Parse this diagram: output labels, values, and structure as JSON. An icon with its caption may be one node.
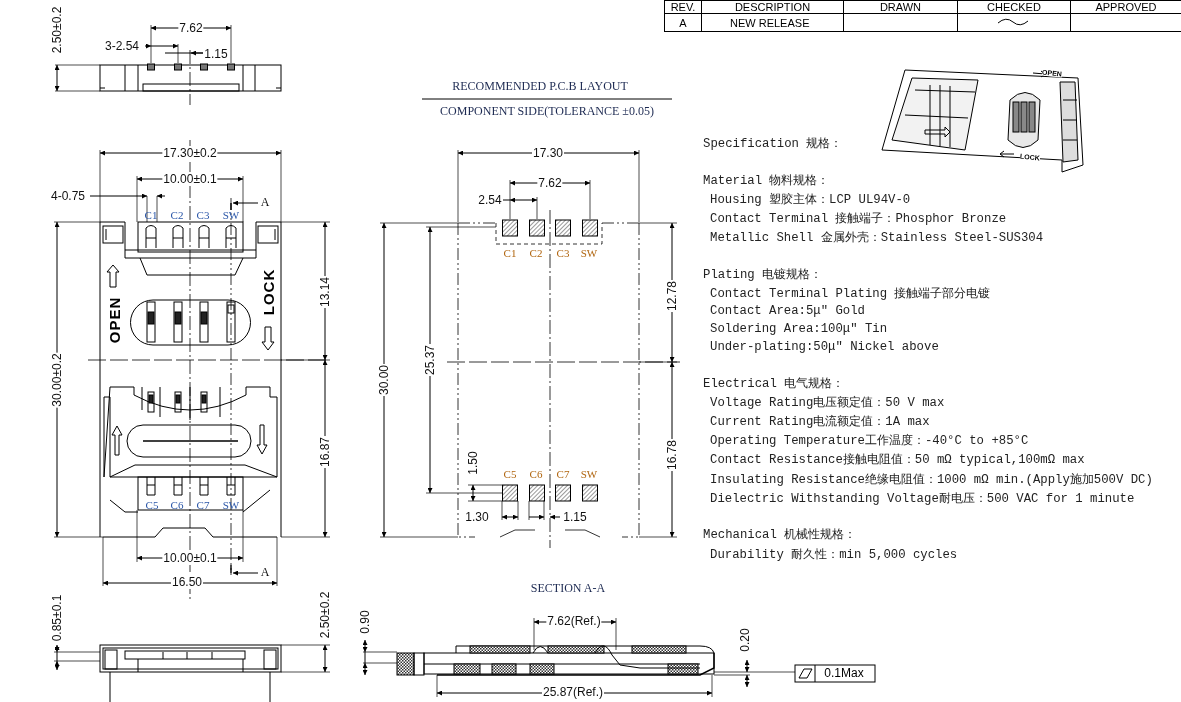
{
  "diagram": {
    "labels": [
      "REV.",
      "DESCRIPTION",
      "DRAWN",
      "CHECKED",
      "APPROVED",
      "A",
      "NEW RELEASE",
      "2.50±0.2",
      "7.62",
      "3-2.54",
      "1.15",
      "17.30±0.2",
      "10.00±0.1",
      "4-0.75",
      "A",
      "C1",
      "C2",
      "C3",
      "SW",
      "OPEN",
      "LOCK",
      "13.14",
      "30.00±0.2",
      "16.87",
      "C5",
      "C6",
      "C7",
      "SW",
      "10.00±0.1",
      "A",
      "16.50",
      "0.85±0.1",
      "2.50±0.2",
      "RECOMMENDED P.C.B LAYOUT",
      "COMPONENT SIDE(TOLERANCE ±0.05)",
      "17.30",
      "7.62",
      "2.54",
      "C1",
      "C2",
      "C3",
      "SW",
      "12.78",
      "25.37",
      "30.00",
      "1.50",
      "C5",
      "C6",
      "C7",
      "SW",
      "16.78",
      "1.30",
      "1.15",
      "SECTION A-A",
      "0.90",
      "7.62(Ref.)",
      "0.20",
      "25.87(Ref.)",
      "0.1Max",
      "OPEN",
      "LOCK",
      "Specification 规格：",
      "Material 物料规格：",
      "Housing 塑胶主体：LCP UL94V-0",
      "Contact Terminal 接触端子：Phosphor Bronze",
      "Metallic Shell 金属外壳：Stainless Steel-SUS304",
      "Plating 电镀规格：",
      "Contact Terminal Plating 接触端子部分电镀",
      "Contact Area:5μ\" Gold",
      "Soldering Area:100μ\" Tin",
      "Under-plating:50μ\" Nickel above",
      "Electrical 电气规格：",
      "Voltage Rating电压额定值：50 V max",
      "Current Rating电流额定值：1A max",
      "Operating Temperature工作温度：-40°C to +85°C",
      "Contact Resistance接触电阻值：50 mΩ typical,100mΩ max",
      "Insulating Resistance绝缘电阻值：1000 mΩ min.(Apply施加500V DC)",
      "Dielectric Withstanding Voltage耐电压：500 VAC for 1 minute",
      "Mechanical 机械性规格：",
      "Durability 耐久性：min 5,000 cycles"
    ]
  }
}
